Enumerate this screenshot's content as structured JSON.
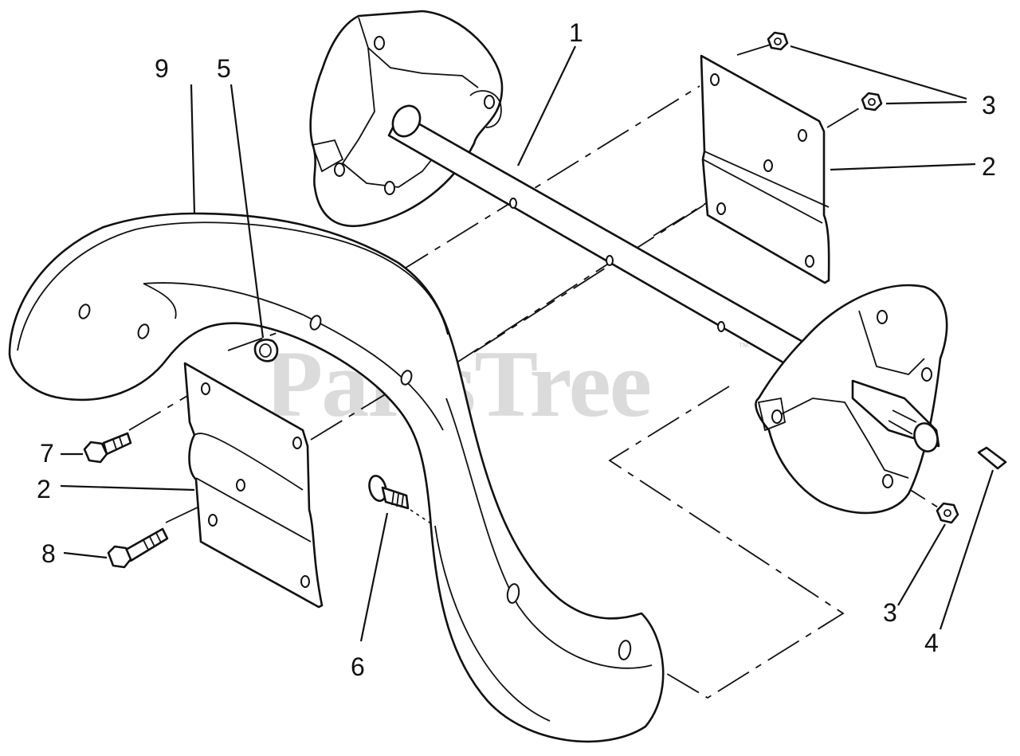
{
  "watermark": {
    "text": "PartsTree",
    "tm": "™"
  },
  "callouts": {
    "c1": "1",
    "c2_right": "2",
    "c2_left": "2",
    "c3_top": "3",
    "c3_bottom": "3",
    "c4": "4",
    "c5": "5",
    "c6": "6",
    "c7": "7",
    "c8": "8",
    "c9": "9"
  }
}
